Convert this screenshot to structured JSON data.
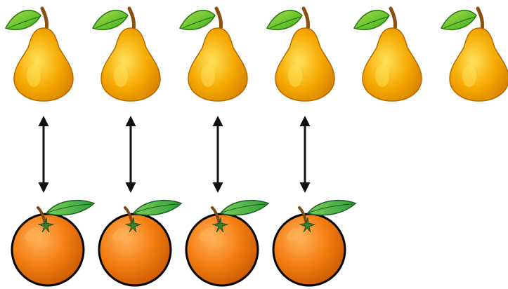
{
  "scene": {
    "background": "#ffffff",
    "pears": {
      "count": 6,
      "icon": "pear-icon",
      "body_color": "#f5a800",
      "highlight_color": "#ffe25a",
      "shadow_color": "#d98500",
      "stem_color": "#8a4d12",
      "leaf_color": "#3fae1d",
      "leaf_light_color": "#a8e04a"
    },
    "oranges": {
      "count": 4,
      "icon": "orange-icon",
      "body_color": "#f47d12",
      "highlight_color": "#ffb35a",
      "shadow_color": "#c85a00",
      "stem_color": "#7a4a1a",
      "leaf_color": "#2f9e3a",
      "leaf_light_color": "#7ccf5a"
    },
    "pairings": {
      "count": 4,
      "icon": "double-headed-arrow-icon",
      "color": "#111111"
    }
  }
}
